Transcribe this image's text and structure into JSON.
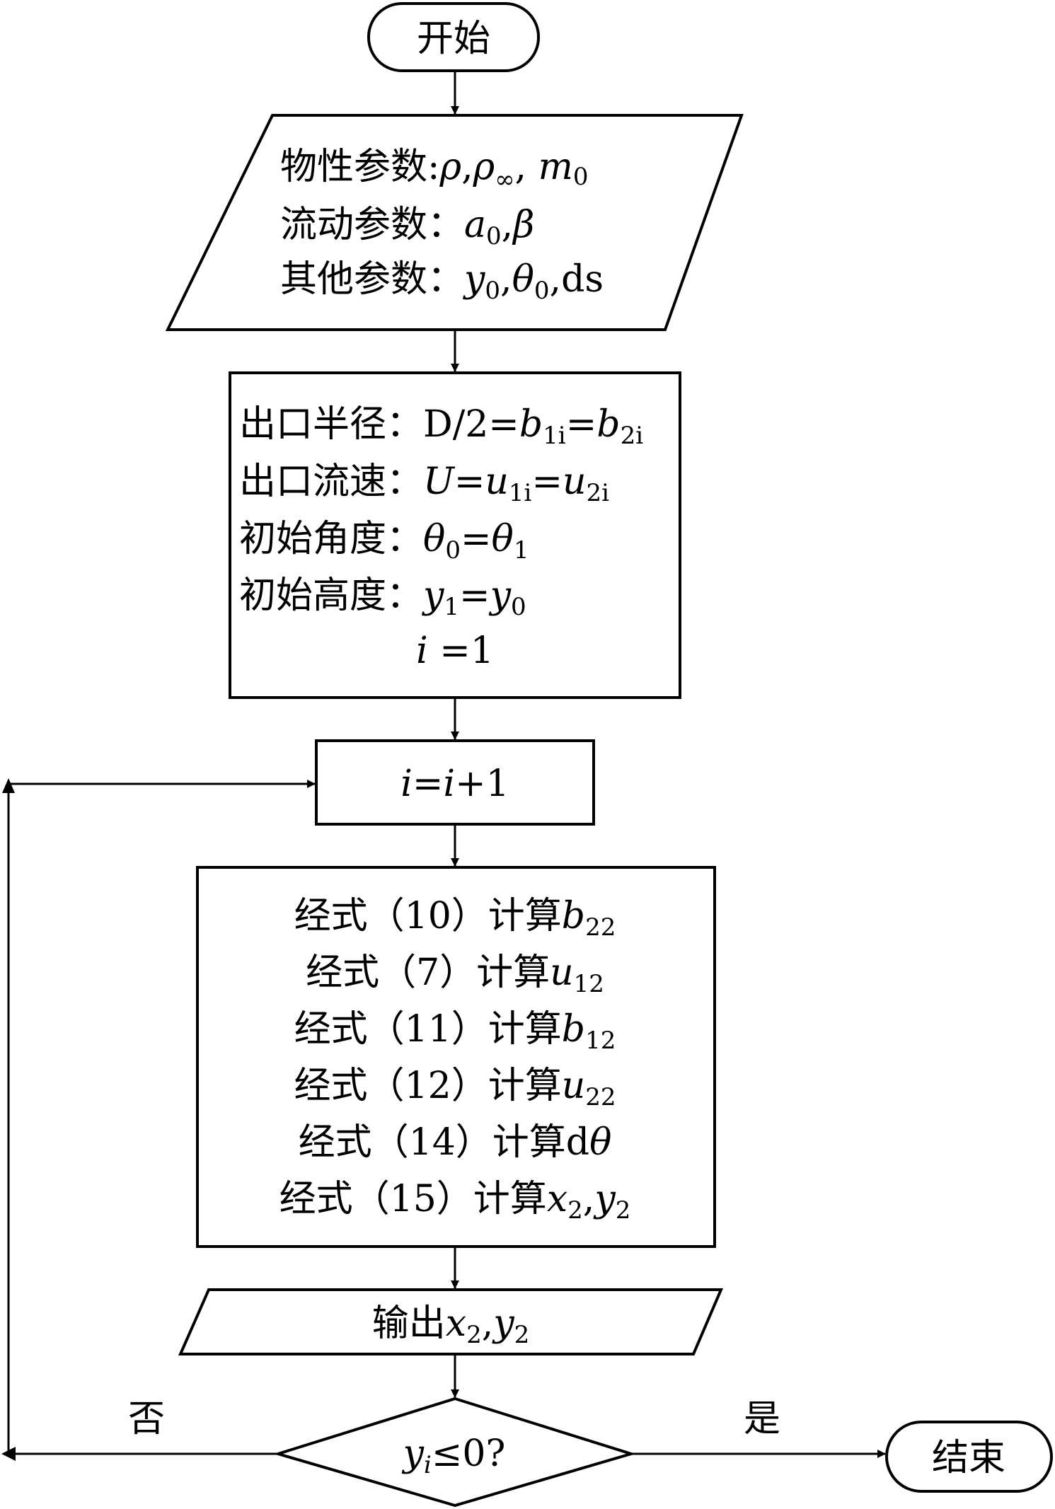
{
  "start": {
    "label": "开始"
  },
  "input_params": {
    "line1": {
      "prefix": "物性参数:",
      "rho": "ρ",
      "rho_inf": "ρ",
      "inf_sub": "∞",
      "m": "m",
      "m_sub": "0"
    },
    "line2": {
      "prefix": "流动参数：",
      "a": "a",
      "a_sub": "0",
      "beta": "β"
    },
    "line3": {
      "prefix": "其他参数：",
      "y": "y",
      "y_sub": "0",
      "theta": "θ",
      "theta_sub": "0",
      "ds": "ds"
    }
  },
  "init": {
    "line1": {
      "prefix": "出口半径：D/2=",
      "b1": "b",
      "b1_sub": "1i",
      "b2": "b",
      "b2_sub": "2i"
    },
    "line2": {
      "prefix": "出口流速：",
      "U": "U",
      "u1": "u",
      "u1_sub": "1i",
      "u2": "u",
      "u2_sub": "2i"
    },
    "line3": {
      "prefix": "初始角度：",
      "theta0": "θ",
      "theta0_sub": "0",
      "theta1": "θ",
      "theta1_sub": "1"
    },
    "line4": {
      "prefix": "初始高度：",
      "y1": "y",
      "y1_sub": "1",
      "y0": "y",
      "y0_sub": "0"
    },
    "line5": {
      "i": "i",
      "rest": " =1"
    }
  },
  "increment": {
    "i1": "i",
    "eq": "=",
    "i2": "i",
    "plus": "+1"
  },
  "calc": {
    "c1": {
      "prefix": "经式（10）计算",
      "var": "b",
      "sub": "22"
    },
    "c2": {
      "prefix": "经式（7）计算",
      "var": "u",
      "sub": "12"
    },
    "c3": {
      "prefix": "经式（11）计算",
      "var": "b",
      "sub": "12"
    },
    "c4": {
      "prefix": "经式（12）计算",
      "var": "u",
      "sub": "22"
    },
    "c5": {
      "prefix": "经式（14）计算",
      "d": "d",
      "var": "θ"
    },
    "c6": {
      "prefix": "经式（15）计算",
      "x": "x",
      "x_sub": "2",
      "y": "y",
      "y_sub": "2"
    }
  },
  "output": {
    "prefix": "输出",
    "x": "x",
    "x_sub": "2",
    "y": "y",
    "y_sub": "2"
  },
  "decision": {
    "y": "y",
    "y_sub": "i",
    "cond": "≤0?"
  },
  "branch_no": "否",
  "branch_yes": "是",
  "end": {
    "label": "结束"
  }
}
